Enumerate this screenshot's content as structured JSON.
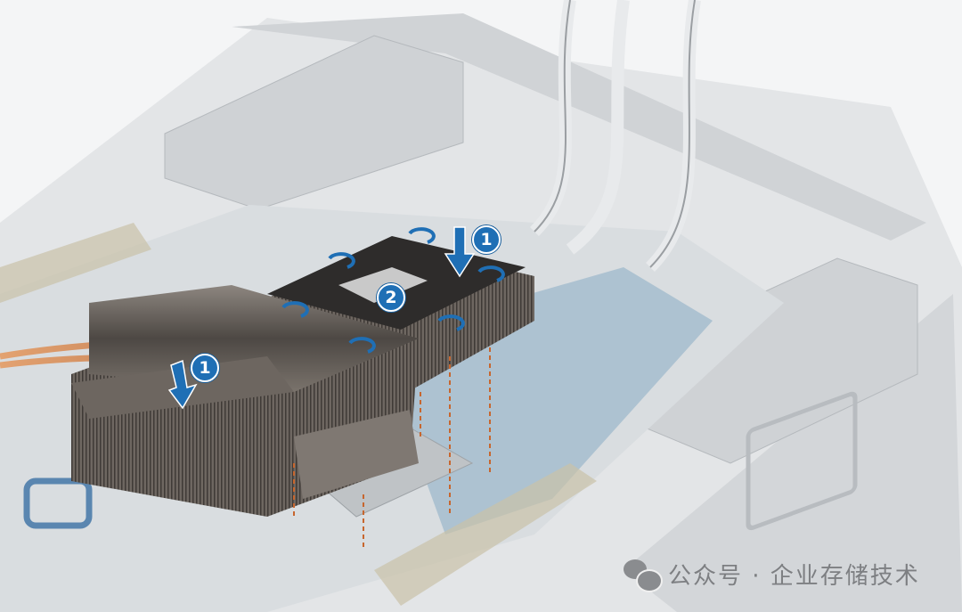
{
  "figure": {
    "title": "Installing the processor heat sink",
    "callouts": [
      {
        "id": "step-1-front-heatsink",
        "label": "1"
      },
      {
        "id": "step-1-rear-heatsink",
        "label": "1"
      },
      {
        "id": "step-2-tighten-screws",
        "label": "2"
      }
    ]
  },
  "watermark": {
    "text": "公众号 · 企业存储技术",
    "icon": "wechat-icon"
  },
  "colors": {
    "callout": "#1f6fb5",
    "chassis": "#d9dcdf",
    "heatsink": "#5c5752",
    "copper": "#c7814f",
    "board": "#5d8fae"
  }
}
